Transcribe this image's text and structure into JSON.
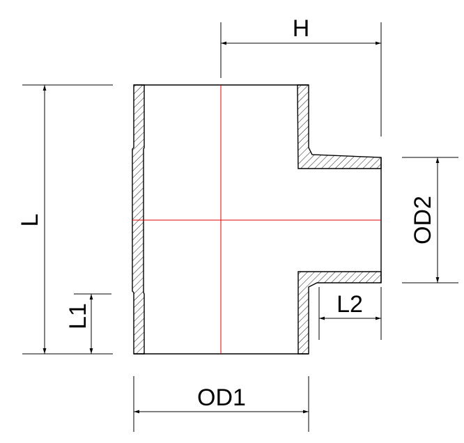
{
  "labels": {
    "height_total": "H",
    "length": "L",
    "outer_diameter_1": "OD1",
    "outer_diameter_2": "OD2",
    "socket_depth_1": "L1",
    "socket_depth_2": "L2"
  },
  "colors": {
    "outline": "#000000",
    "centerline": "#e00000",
    "background": "#ffffff"
  }
}
